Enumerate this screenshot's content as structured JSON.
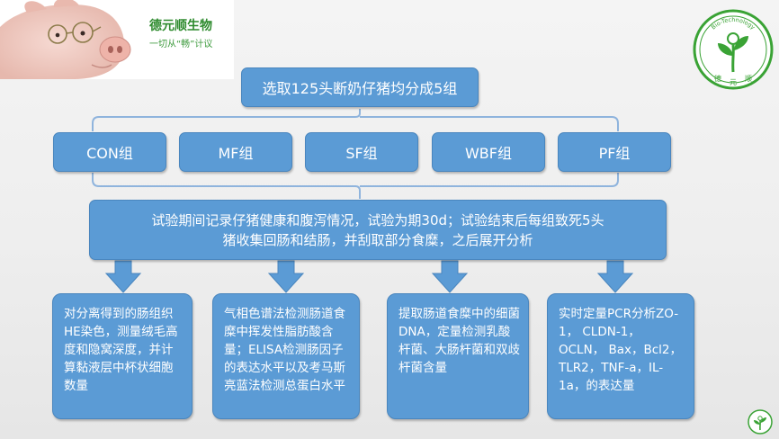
{
  "brand": {
    "name": "德元顺生物",
    "slogan": "一切从“畅”计议"
  },
  "logo": {
    "ring_text": "Bio-Technology",
    "letters": [
      "德",
      "元",
      "顺"
    ],
    "green": "#3aa335"
  },
  "colors": {
    "box_fill": "#5b9bd5",
    "box_border": "#4a86be",
    "connector": "#8fb4dd",
    "arrow": "#5b9bd5"
  },
  "top_box": {
    "label": "选取125头断奶仔猪均分成5组"
  },
  "groups": [
    "CON组",
    "MF组",
    "SF组",
    "WBF组",
    "PF组"
  ],
  "middle_box": {
    "lines": [
      "试验期间记录仔猪健康和腹泻情况，试验为期30d；试验结束后每组致死5头",
      "猪收集回肠和结肠，并刮取部分食糜，之后展开分析"
    ]
  },
  "results": [
    {
      "text": "对分离得到的肠组织HE染色，测量绒毛高度和隐窝深度，并计算黏液层中杯状细胞数量"
    },
    {
      "text": "气相色谱法检测肠道食糜中挥发性脂肪酸含量；ELISA检测肠因子的表达水平以及考马斯亮蓝法检测总蛋白水平"
    },
    {
      "text": "提取肠道食糜中的细菌DNA，定量检测乳酸杆菌、大肠杆菌和双歧杆菌含量"
    },
    {
      "text": "实时定量PCR分析ZO-1， CLDN-1，OCLN， Bax，Bcl2，TLR2，TNF-a，IL-1a，的表达量"
    }
  ]
}
